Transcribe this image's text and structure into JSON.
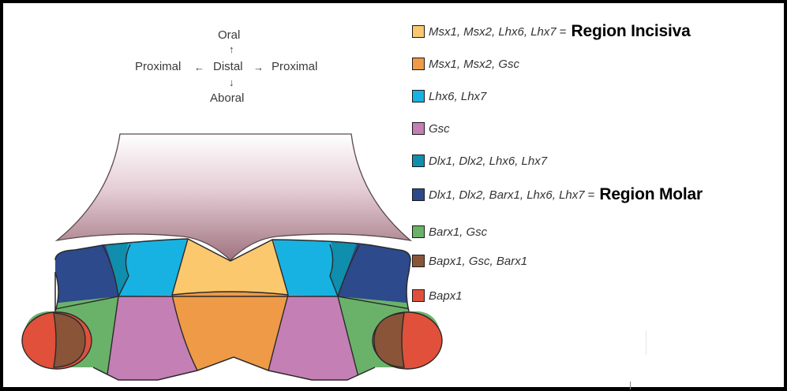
{
  "orientation": {
    "oral": "Oral",
    "aboral": "Aboral",
    "distal": "Distal",
    "proximal_left": "Proximal",
    "proximal_right": "Proximal"
  },
  "legend": [
    {
      "genes": "Msx1, Msx2, Lhx6, Lhx7",
      "color": "#FCC86E",
      "equals": "=",
      "region": "Region Incisiva"
    },
    {
      "genes": "Msx1, Msx2, Gsc",
      "color": "#EE9A46",
      "equals": "",
      "region": ""
    },
    {
      "genes": "Lhx6, Lhx7",
      "color": "#17B2E2",
      "equals": "",
      "region": ""
    },
    {
      "genes": "Gsc",
      "color": "#C47FB5",
      "equals": "",
      "region": ""
    },
    {
      "genes": "Dlx1, Dlx2, Lhx6, Lhx7",
      "color": "#0F8EAD",
      "equals": "",
      "region": ""
    },
    {
      "genes": "Dlx1, Dlx2, Barx1, Lhx6, Lhx7",
      "color": "#2D4A8C",
      "equals": "=",
      "region": "Region Molar"
    },
    {
      "genes": "Barx1, Gsc",
      "color": "#6AB26A",
      "equals": "",
      "region": ""
    },
    {
      "genes": "Bapx1, Gsc, Barx1",
      "color": "#8A5438",
      "equals": "",
      "region": ""
    },
    {
      "genes": "Bapx1",
      "color": "#E0503A",
      "equals": "",
      "region": ""
    }
  ]
}
